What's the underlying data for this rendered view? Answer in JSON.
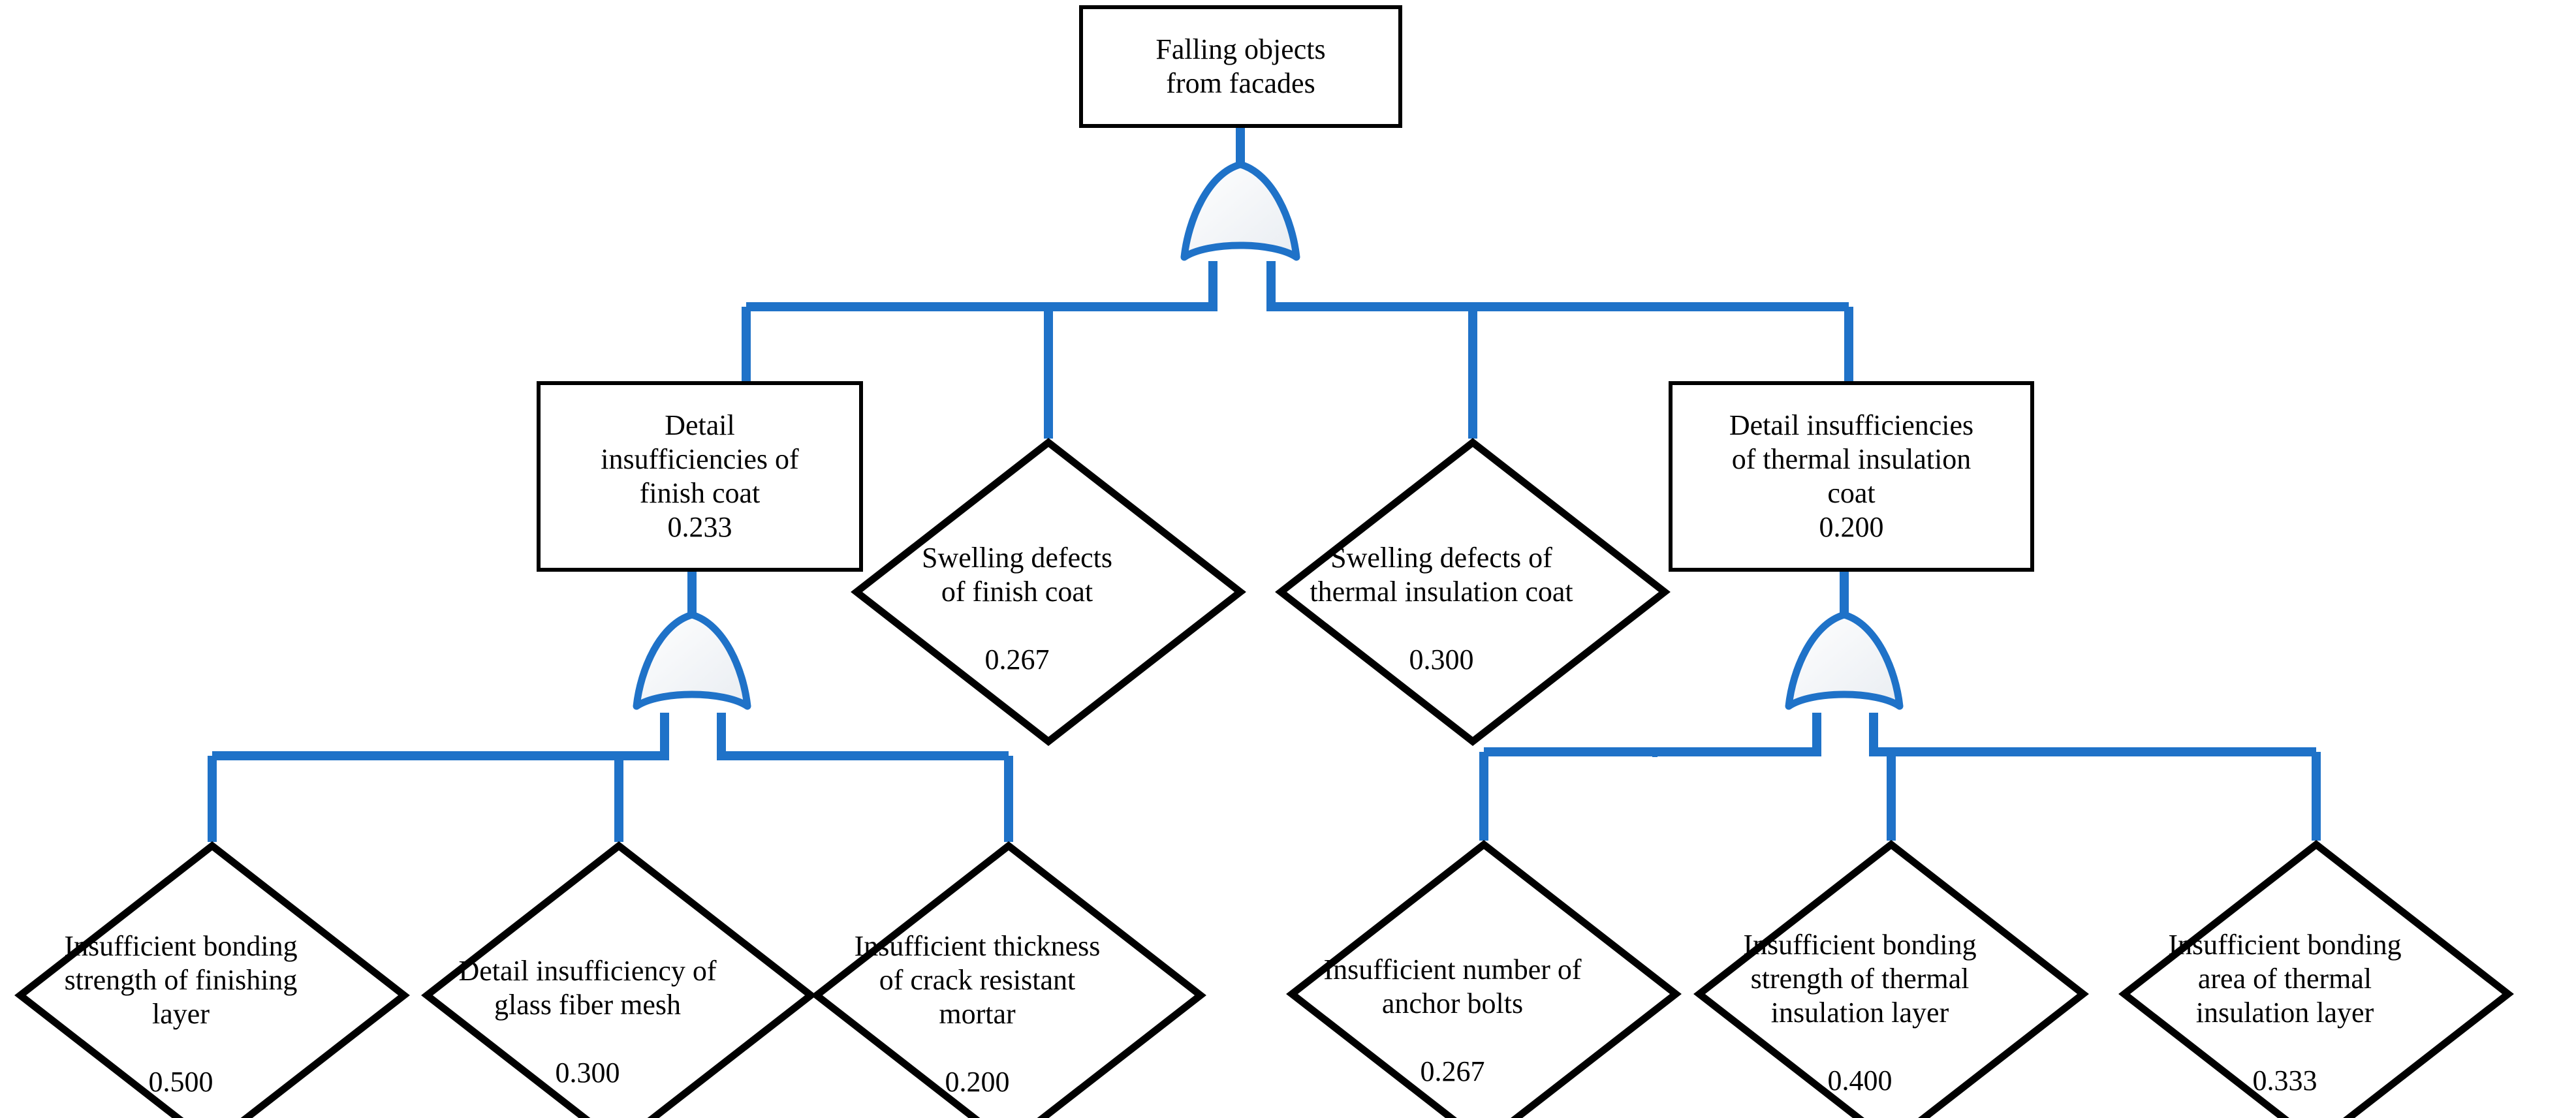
{
  "diagram": {
    "title": "Fault tree: Falling objects from facades",
    "colors": {
      "wire": "#1F72C8",
      "outline": "#000000",
      "fill": "#FFFFFF"
    },
    "gate_type": "OR",
    "nodes": {
      "top": {
        "shape": "rect",
        "label": "Falling objects\nfrom facades",
        "value": ""
      },
      "finish_coat_detail": {
        "shape": "rect",
        "label": "Detail\ninsufficiencies of\nfinish coat",
        "value": "0.233"
      },
      "swelling_finish": {
        "shape": "diamond",
        "label": "Swelling  defects\nof finish coat",
        "value": "0.267"
      },
      "swelling_thermal": {
        "shape": "diamond",
        "label": "Swelling  defects of\nthermal insulation coat",
        "value": "0.300"
      },
      "thermal_coat_detail": {
        "shape": "rect",
        "label": "Detail insufficiencies\nof thermal insulation\ncoat",
        "value": "0.200"
      },
      "bond_finishing_layer": {
        "shape": "diamond",
        "label": "Insufficient bonding\nstrength of finishing\nlayer",
        "value": "0.500"
      },
      "glass_fiber_mesh": {
        "shape": "diamond",
        "label": "Detail insufficiency of\nglass fiber mesh",
        "value": "0.300"
      },
      "crack_resistant_mortar": {
        "shape": "diamond",
        "label": "Insufficient thickness\nof crack resistant\nmortar",
        "value": "0.200"
      },
      "anchor_bolts": {
        "shape": "diamond",
        "label": "Insufficient number of\nanchor bolts",
        "value": "0.267"
      },
      "bond_strength_thermal": {
        "shape": "diamond",
        "label": "Insufficient bonding\nstrength of thermal\ninsulation layer",
        "value": "0.400"
      },
      "bond_area_thermal": {
        "shape": "diamond",
        "label": "Insufficient bonding\narea of thermal\ninsulation layer",
        "value": "0.333"
      }
    }
  },
  "chart_data": {
    "type": "diagram",
    "title": "Falling objects from facades",
    "structure": "fault-tree",
    "gates": [
      "OR",
      "OR",
      "OR"
    ],
    "levels": [
      {
        "level": 1,
        "nodes": [
          "Falling objects from facades"
        ]
      },
      {
        "level": 2,
        "nodes": [
          "Detail insufficiencies of finish coat",
          "Swelling  defects of finish coat",
          "Swelling  defects of thermal insulation coat",
          "Detail insufficiencies of thermal insulation coat"
        ]
      },
      {
        "level": 3,
        "nodes": [
          "Insufficient bonding strength of finishing layer",
          "Detail insufficiency of glass fiber mesh",
          "Insufficient thickness of crack resistant mortar",
          "Insufficient number of anchor bolts",
          "Insufficient bonding strength of thermal insulation layer",
          "Insufficient bonding area of thermal insulation layer"
        ]
      }
    ],
    "categories": [
      "Detail insufficiencies of finish coat",
      "Swelling  defects of finish coat",
      "Swelling  defects of thermal insulation coat",
      "Detail insufficiencies of thermal insulation coat",
      "Insufficient bonding strength of finishing layer",
      "Detail insufficiency of glass fiber mesh",
      "Insufficient thickness of crack resistant mortar",
      "Insufficient number of anchor bolts",
      "Insufficient bonding strength of thermal insulation layer",
      "Insufficient bonding area of thermal insulation layer"
    ],
    "values": [
      0.233,
      0.267,
      0.3,
      0.2,
      0.5,
      0.3,
      0.2,
      0.267,
      0.4,
      0.333
    ]
  }
}
